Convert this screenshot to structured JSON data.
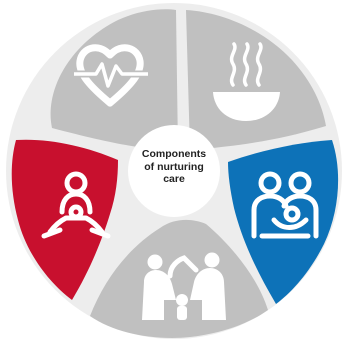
{
  "diagram": {
    "center_title_lines": [
      "Components",
      "of nurturing",
      "care"
    ],
    "segments": [
      {
        "name": "good-health",
        "icon": "heart-pulse-icon",
        "color": "#c0c0c0",
        "highlighted": false
      },
      {
        "name": "adequate-nutrition",
        "icon": "soup-bowl-icon",
        "color": "#c0c0c0",
        "highlighted": false
      },
      {
        "name": "responsive-caregiving",
        "icon": "parents-with-baby-icon",
        "color": "#0d72b8",
        "highlighted": true
      },
      {
        "name": "safety-and-security",
        "icon": "family-home-icon",
        "color": "#c0c0c0",
        "highlighted": false
      },
      {
        "name": "early-learning",
        "icon": "child-playing-icon",
        "color": "#c8102e",
        "highlighted": true
      }
    ]
  }
}
